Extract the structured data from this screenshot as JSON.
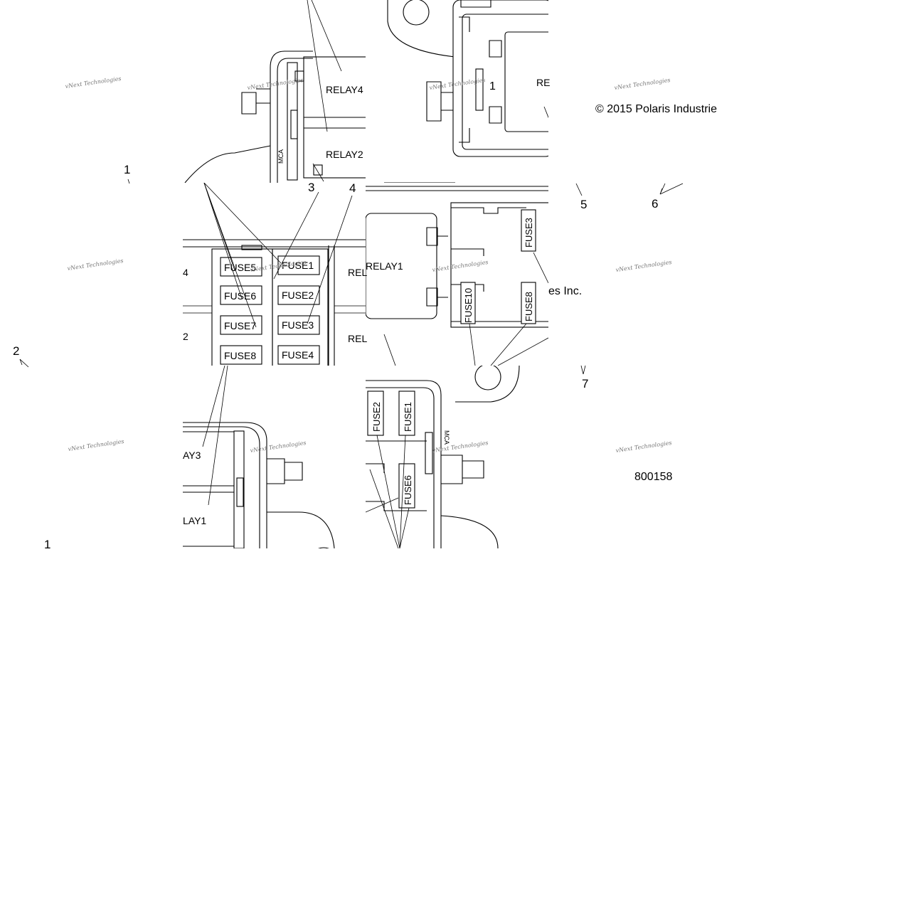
{
  "diagram": {
    "copyright": "© 2015 Polaris Industrie",
    "copyright_fragment": "es Inc.",
    "part_ref": "800158",
    "watermark": "vNext Technologies",
    "relay_labels": [
      "RELAY4",
      "RELAY2",
      "RELAY1",
      "RE",
      "REL",
      "LAY1",
      "AY3",
      "LAY1",
      "4",
      "2"
    ],
    "fuse_labels_left": [
      "FUSE5",
      "FUSE6",
      "FUSE7",
      "FUSE8"
    ],
    "fuse_labels_right": [
      "FUSE1",
      "FUSE2",
      "FUSE3",
      "FUSE4"
    ],
    "fuse_labels_vertical": [
      "FUSE3",
      "FUSE10",
      "FUSE8",
      "FUSE2",
      "FUSE1",
      "FUSE6"
    ],
    "callouts": [
      "1",
      "1",
      "1",
      "2",
      "3",
      "4",
      "5",
      "6",
      "7"
    ],
    "connector_mark": "MCA"
  }
}
